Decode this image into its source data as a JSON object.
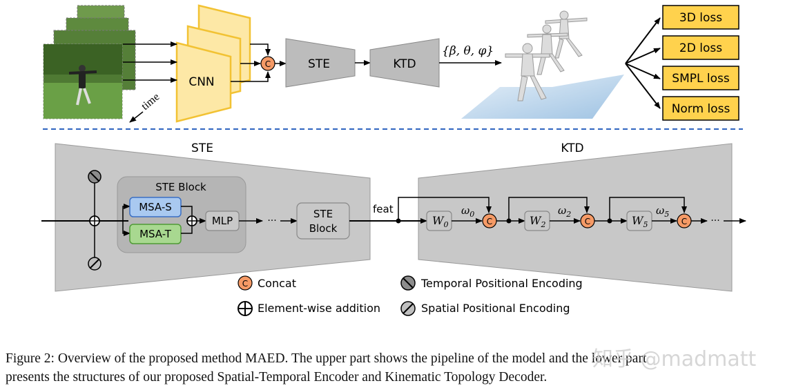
{
  "colors": {
    "cnn_fill": "#fde8a6",
    "cnn_stroke": "#f2c233",
    "loss_fill": "#ffd24d",
    "grey_block": "#c8c8c8",
    "dark_grey": "#b3b3b3",
    "msa_s": "#a9c9f0",
    "msa_t": "#a8d890",
    "concat": "#f59a66",
    "floor": "#b7d2ea",
    "divider": "#2f64c0"
  },
  "top": {
    "time_label": "time",
    "cnn_label": "CNN",
    "concat_symbol": "C",
    "ste_label": "STE",
    "ktd_label": "KTD",
    "params_label": "{β, θ, φ}",
    "losses": [
      "3D loss",
      "2D loss",
      "SMPL loss",
      "Norm loss"
    ]
  },
  "bottom": {
    "ste_title": "STE",
    "ktd_title": "KTD",
    "ste_block_title": "STE Block",
    "msa_s": "MSA-S",
    "msa_t": "MSA-T",
    "mlp": "MLP",
    "dots": "···",
    "ste_block_a": "STE",
    "ste_block_b": "Block",
    "feat": "feat",
    "w0": "W",
    "w0_sub": "0",
    "w2": "W",
    "w2_sub": "2",
    "w5": "W",
    "w5_sub": "5",
    "om0": "ω",
    "om0_sub": "0",
    "om2": "ω",
    "om2_sub": "2",
    "om5": "ω",
    "om5_sub": "5",
    "concat_symbol": "C"
  },
  "legend": {
    "concat": "Concat",
    "addition": "Element-wise addition",
    "temporal": "Temporal Positional Encoding",
    "spatial": "Spatial Positional Encoding"
  },
  "caption": {
    "line1": "Figure 2: Overview of the proposed method MAED. The upper part shows the pipeline of the model and the lower part",
    "line2": "presents the structures of our proposed Spatial-Temporal Encoder and Kinematic Topology Decoder."
  },
  "watermark": "知乎 @madmatt"
}
